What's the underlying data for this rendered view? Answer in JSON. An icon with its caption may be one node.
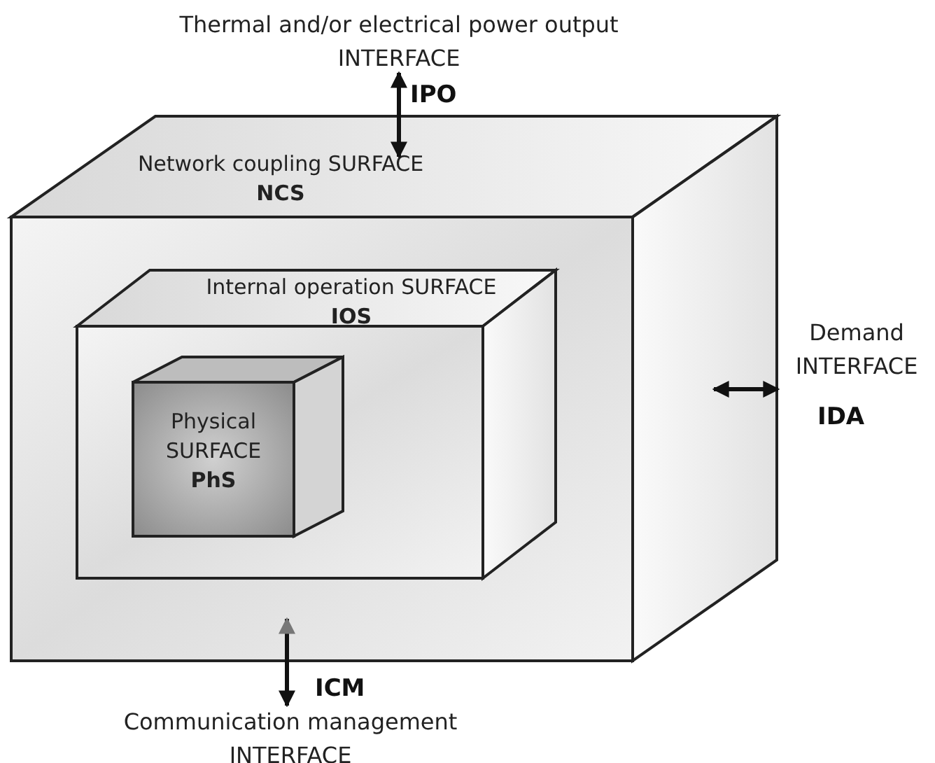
{
  "diagram": {
    "nodes": [
      {
        "text": [
          "Network coupling SURFACE",
          "NCS"
        ]
      },
      {
        "text": [
          "Internal operation SURFACE",
          "IOS"
        ],
        "in": 0
      },
      {
        "text": [
          "Physical SURFACE",
          "PhS"
        ],
        "in": 1
      },
      {
        "text": [
          "Thermal and/or electrical power output",
          "INTERFACE"
        ],
        "beside": [
          "IPO"
        ]
      },
      {
        "text": [
          "Demand",
          "INTERFACE"
        ],
        "beside": [
          "IDA"
        ]
      },
      {
        "text": [
          "Communication management",
          "INTERFACE"
        ],
        "beside": [
          "ICM"
        ]
      }
    ],
    "edges": [
      {
        "from": 3,
        "to": 0,
        "arrow": "both"
      },
      {
        "from": 0,
        "to": 4,
        "arrow": "both"
      },
      {
        "from": 0,
        "to": 5,
        "arrow": "both"
      }
    ]
  }
}
